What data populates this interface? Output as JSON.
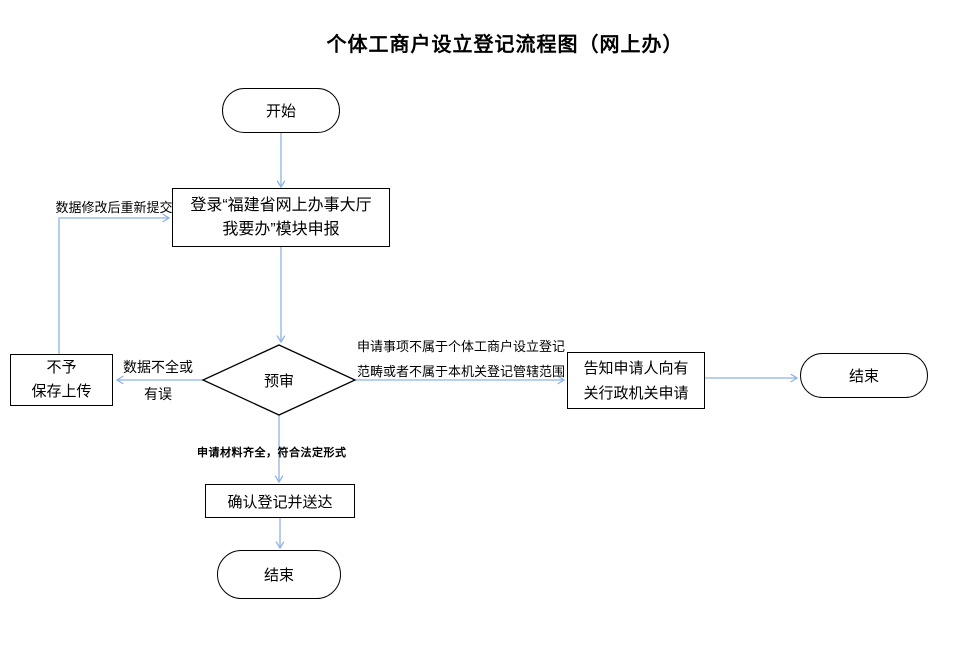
{
  "title": "个体工商户设立登记流程图（网上办）",
  "nodes": {
    "start": {
      "type": "terminator",
      "label": "开始"
    },
    "login": {
      "type": "process",
      "line1": "登录“福建省网上办事大厅",
      "line2": "我要办”模块申报"
    },
    "review": {
      "type": "decision",
      "label": "预审"
    },
    "reject_save": {
      "type": "process",
      "line1": "不予",
      "line2": "保存上传"
    },
    "inform": {
      "type": "process",
      "line1": "告知申请人向有",
      "line2": "关行政机关申请"
    },
    "end_right": {
      "type": "terminator",
      "label": "结束"
    },
    "confirm": {
      "type": "process",
      "label": "确认登记并送达"
    },
    "end_bottom": {
      "type": "terminator",
      "label": "结束"
    }
  },
  "edge_labels": {
    "resubmit": "数据修改后重新提交",
    "incomplete_1": "数据不全或",
    "incomplete_2": "有误",
    "out_of_scope_1": "申请事项不属于个体工商户设立登记",
    "out_of_scope_2": "范畴或者不属于本机关登记管辖范围",
    "materials_ok": "申请材料齐全，符合法定形式"
  },
  "colors": {
    "connector": "#8DB4E2",
    "border": "#000000",
    "text": "#000000",
    "background": "#FFFFFF"
  }
}
